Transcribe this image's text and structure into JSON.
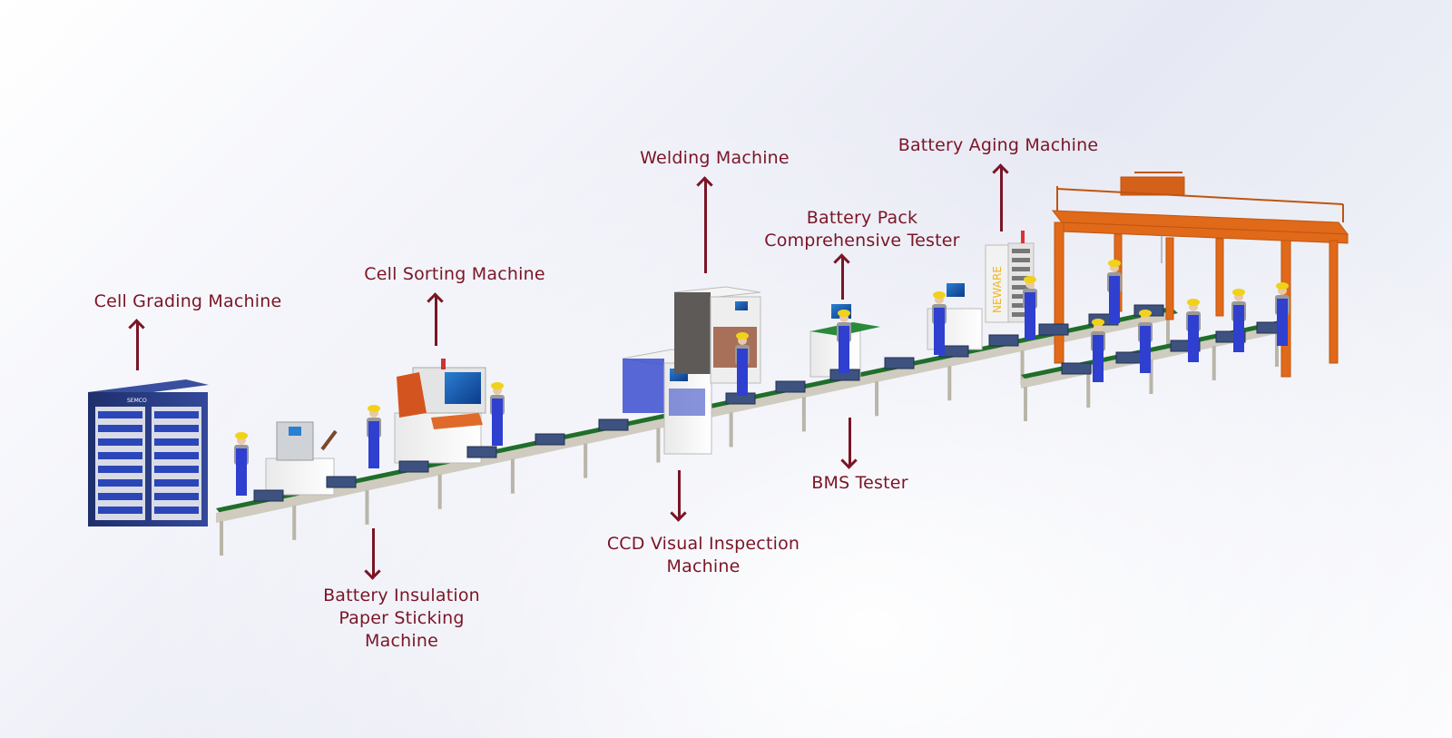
{
  "diagram": {
    "title": "Battery Pack Production Line",
    "colors": {
      "label": "#7a1526",
      "conveyor_belt": "#1f6e2a",
      "conveyor_frame": "#c9c5b8",
      "gantry": "#e06a1a",
      "cabinet": "#263a7a",
      "worker_overalls": "#2f3fd0",
      "hard_hat": "#f0d21a"
    },
    "stations": [
      {
        "id": "cell-grading",
        "label": "Cell Grading  Machine",
        "arrow": "up"
      },
      {
        "id": "battery-insulation",
        "label": "Battery Insulation\nPaper Sticking\nMachine",
        "arrow": "down"
      },
      {
        "id": "cell-sorting",
        "label": "Cell Sorting  Machine",
        "arrow": "up"
      },
      {
        "id": "welding",
        "label": "Welding Machine",
        "arrow": "up"
      },
      {
        "id": "ccd-inspection",
        "label": "CCD Visual  Inspection\nMachine",
        "arrow": "down"
      },
      {
        "id": "pack-tester",
        "label": "Battery Pack\nComprehensive Tester",
        "arrow": "up"
      },
      {
        "id": "bms-tester",
        "label": "BMS Tester",
        "arrow": "down"
      },
      {
        "id": "aging",
        "label": "Battery Aging Machine",
        "arrow": "up"
      }
    ],
    "machine_brands": {
      "grading_cabinet": "SEMCO",
      "aging_cabinet": "NEWARE"
    }
  }
}
